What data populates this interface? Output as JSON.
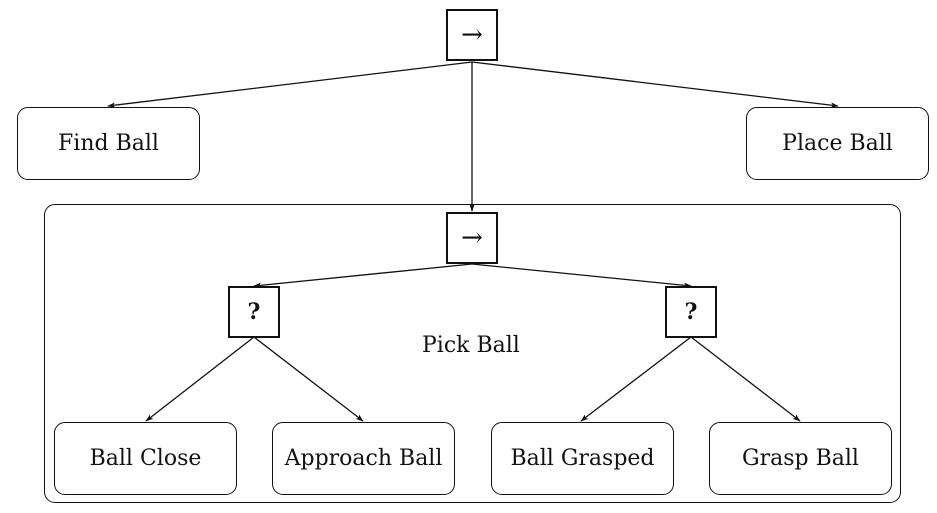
{
  "root": {
    "symbol": "→"
  },
  "top_children": {
    "find_ball": "Find Ball",
    "place_ball": "Place Ball"
  },
  "pick_group": {
    "label": "Pick Ball",
    "sequence_symbol": "→",
    "fallback_left": "?",
    "fallback_right": "?",
    "leaves": {
      "ball_close": "Ball Close",
      "approach_ball": "Approach Ball",
      "ball_grasped": "Ball Grasped",
      "grasp_ball": "Grasp Ball"
    }
  }
}
